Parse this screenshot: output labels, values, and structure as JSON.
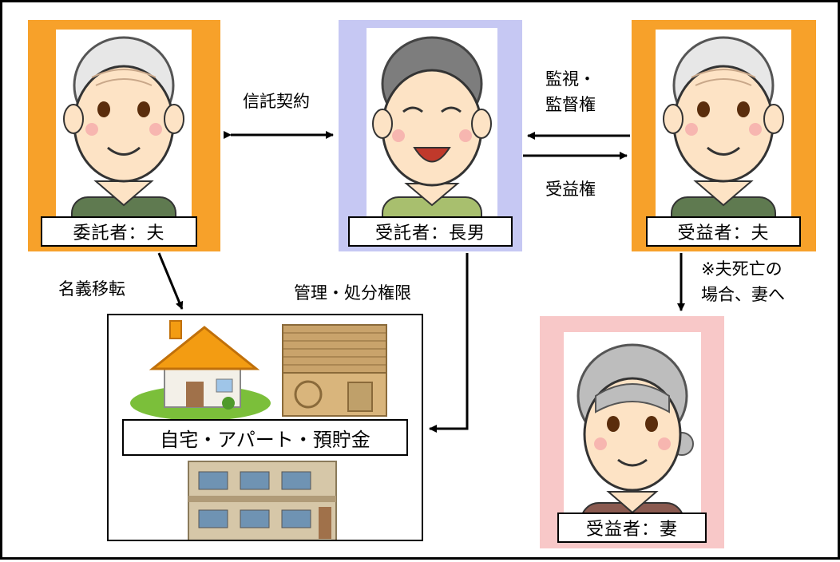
{
  "settlor": {
    "label": "委託者：夫"
  },
  "trustee": {
    "label": "受託者：長男"
  },
  "beneficiary": {
    "label": "受益者：夫"
  },
  "second_beneficiary": {
    "label": "受益者：妻"
  },
  "relations": {
    "trust_contract": "信託契約",
    "supervision_line1": "監視・",
    "supervision_line2": "監督権",
    "beneficial_right": "受益権",
    "title_transfer": "名義移転",
    "management_rights": "管理・処分権限",
    "note_line1": "※夫死亡の",
    "note_line2": "場合、妻へ"
  },
  "assets": {
    "label": "自宅・アパート・預貯金"
  },
  "colors": {
    "settlor_frame": "#f7a12a",
    "trustee_frame": "#c6c8f3",
    "beneficiary_frame": "#f7a12a",
    "second_beneficiary_frame": "#f8c8c8",
    "skin": "#fde3c5",
    "shirt_green": "#5f7a50",
    "shirt_light_green": "#a8bf6e",
    "shirt_brown": "#8a5a50"
  },
  "icons": [
    "house-icon",
    "money-stack-icon",
    "apartment-icon"
  ]
}
